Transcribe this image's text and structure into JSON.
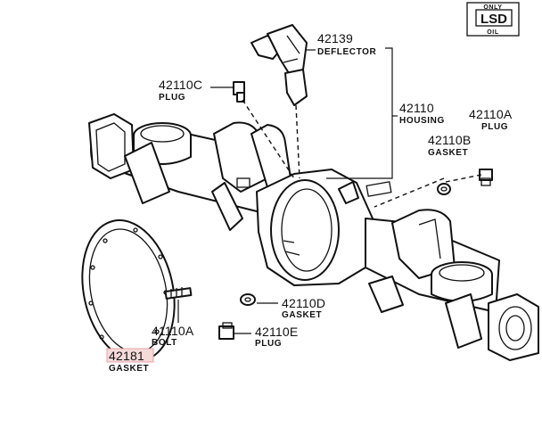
{
  "badge": {
    "top": "ONLY",
    "main": "LSD",
    "bottom": "OIL"
  },
  "callouts": [
    {
      "id": "deflector",
      "number": "42139",
      "name": "DEFLECTOR"
    },
    {
      "id": "plug-top",
      "number": "42110C",
      "name": "PLUG"
    },
    {
      "id": "housing",
      "number": "42110",
      "name": "HOUSING"
    },
    {
      "id": "plug-right",
      "number": "42110A",
      "name": "PLUG"
    },
    {
      "id": "gasket-right",
      "number": "42110B",
      "name": "GASKET"
    },
    {
      "id": "gasket-lower",
      "number": "42110D",
      "name": "GASKET"
    },
    {
      "id": "bolt",
      "number": "41110A",
      "name": "BOLT"
    },
    {
      "id": "plug-lower",
      "number": "42110E",
      "name": "PLUG"
    },
    {
      "id": "gasket-cover",
      "number": "42181",
      "name": "GASKET",
      "highlighted": true
    }
  ]
}
